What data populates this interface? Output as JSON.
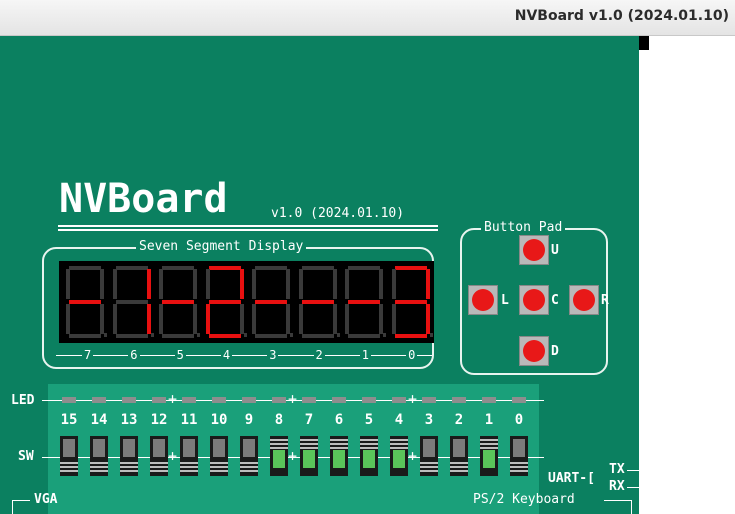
{
  "window": {
    "title": "NVBoard v1.0 (2024.01.10)"
  },
  "board": {
    "logo": "NVBoard",
    "version": "v1.0 (2024.01.10)",
    "seven_segment": {
      "title": "Seven Segment Display",
      "digits": [
        {
          "segments": [
            "g"
          ],
          "dp": false
        },
        {
          "segments": [
            "b",
            "c"
          ],
          "dp": false
        },
        {
          "segments": [
            "g"
          ],
          "dp": false
        },
        {
          "segments": [
            "a",
            "b",
            "g",
            "e",
            "d"
          ],
          "dp": false
        },
        {
          "segments": [
            "g"
          ],
          "dp": false
        },
        {
          "segments": [
            "g"
          ],
          "dp": false
        },
        {
          "segments": [
            "g"
          ],
          "dp": false
        },
        {
          "segments": [
            "a",
            "b",
            "g",
            "c",
            "d"
          ],
          "dp": false
        }
      ],
      "scale_labels": [
        "7",
        "6",
        "5",
        "4",
        "3",
        "2",
        "1",
        "0"
      ],
      "on_color": "#e81010",
      "off_color": "#3a3a3a"
    },
    "button_pad": {
      "title": "Button Pad",
      "buttons": {
        "up": "U",
        "left": "L",
        "center": "C",
        "right": "R",
        "down": "D"
      },
      "button_color": "#e81818"
    },
    "led_label": "LED",
    "sw_label": "SW",
    "switches": [
      {
        "label": "15",
        "on": false
      },
      {
        "label": "14",
        "on": false
      },
      {
        "label": "13",
        "on": false
      },
      {
        "label": "12",
        "on": false
      },
      {
        "label": "11",
        "on": false
      },
      {
        "label": "10",
        "on": false
      },
      {
        "label": "9",
        "on": false
      },
      {
        "label": "8",
        "on": true
      },
      {
        "label": "7",
        "on": true
      },
      {
        "label": "6",
        "on": true
      },
      {
        "label": "5",
        "on": true
      },
      {
        "label": "4",
        "on": true
      },
      {
        "label": "3",
        "on": false
      },
      {
        "label": "2",
        "on": false
      },
      {
        "label": "1",
        "on": true
      },
      {
        "label": "0",
        "on": false
      }
    ],
    "uart": {
      "label": "UART-[",
      "tx": "TX",
      "rx": "RX"
    },
    "vga_label": "VGA",
    "ps2_label": "PS/2 Keyboard",
    "board_color": "#0b8060",
    "led_off_color": "#8e8e8e",
    "switch_on_color": "#5ac55a"
  }
}
